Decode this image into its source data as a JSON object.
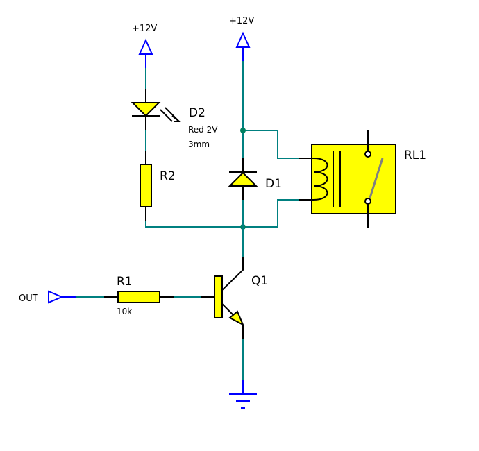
{
  "colors": {
    "wire": "#008080",
    "power": "#0000ff",
    "component_fill": "#ffff00",
    "junction": "#008060"
  },
  "labels": {
    "vcc_left": "+12V",
    "vcc_right": "+12V",
    "d2": "D2",
    "d2_desc1": "Red 2V",
    "d2_desc2": "3mm",
    "r2": "R2",
    "d1": "D1",
    "rl1": "RL1",
    "r1": "R1",
    "r1_value": "10k",
    "q1": "Q1",
    "out": "OUT"
  }
}
